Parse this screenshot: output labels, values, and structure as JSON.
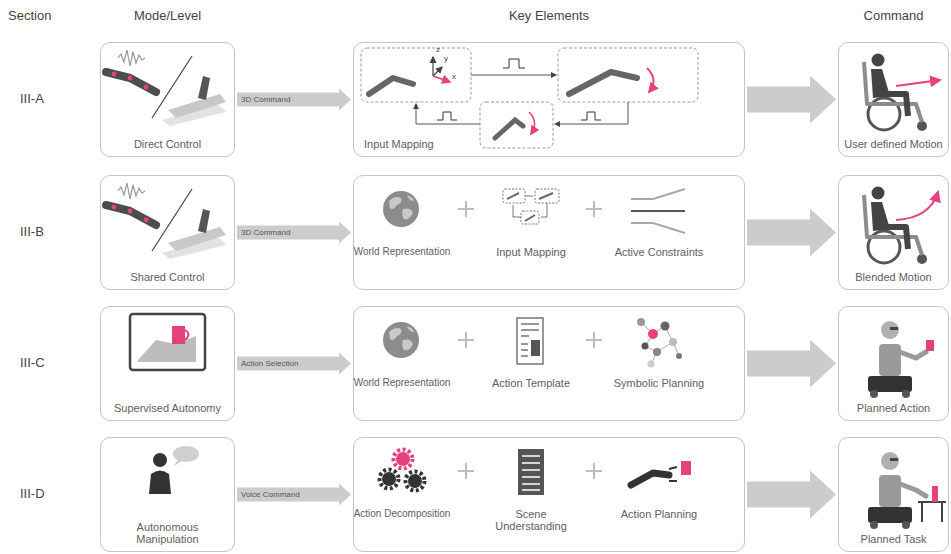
{
  "diagram": {
    "nodes": [
      {
        "text": [
          "Direct Control"
        ]
      },
      {
        "text": [
          "Input Mapping"
        ]
      },
      {
        "text": [
          "User defined Motion"
        ]
      },
      {
        "text": [
          "Shared Control"
        ]
      },
      {
        "text": [
          "World Representation",
          "Input Mapping",
          "Active Constraints"
        ]
      },
      {
        "text": [
          "Blended Motion"
        ]
      },
      {
        "text": [
          "Supervised Autonomy"
        ]
      },
      {
        "text": [
          "World Representation",
          "Action Template",
          "Symbolic Planning"
        ]
      },
      {
        "text": [
          "Planned Action"
        ]
      },
      {
        "text": [
          "Autonomous Manipulation"
        ]
      },
      {
        "text": [
          "Action Decomposition",
          "Scene Understanding",
          "Action Planning"
        ]
      },
      {
        "text": [
          "Planned Task"
        ]
      }
    ],
    "edges": [
      {
        "from": 0,
        "to": 1,
        "label": "3D Command",
        "arrow": "to"
      },
      {
        "from": 1,
        "to": 2,
        "arrow": "to"
      },
      {
        "from": 3,
        "to": 4,
        "label": "3D Command",
        "arrow": "to"
      },
      {
        "from": 4,
        "to": 5,
        "arrow": "to"
      },
      {
        "from": 6,
        "to": 7,
        "label": "Action Selection",
        "arrow": "to"
      },
      {
        "from": 7,
        "to": 8,
        "arrow": "to"
      },
      {
        "from": 9,
        "to": 10,
        "label": "Voice Command",
        "arrow": "to"
      },
      {
        "from": 10,
        "to": 11,
        "arrow": "to"
      }
    ],
    "labels": [
      "Section",
      "Mode/Level",
      "Key Elements",
      "Command",
      "III-A",
      "III-B",
      "III-C",
      "III-D",
      "z",
      "y",
      "x"
    ]
  }
}
